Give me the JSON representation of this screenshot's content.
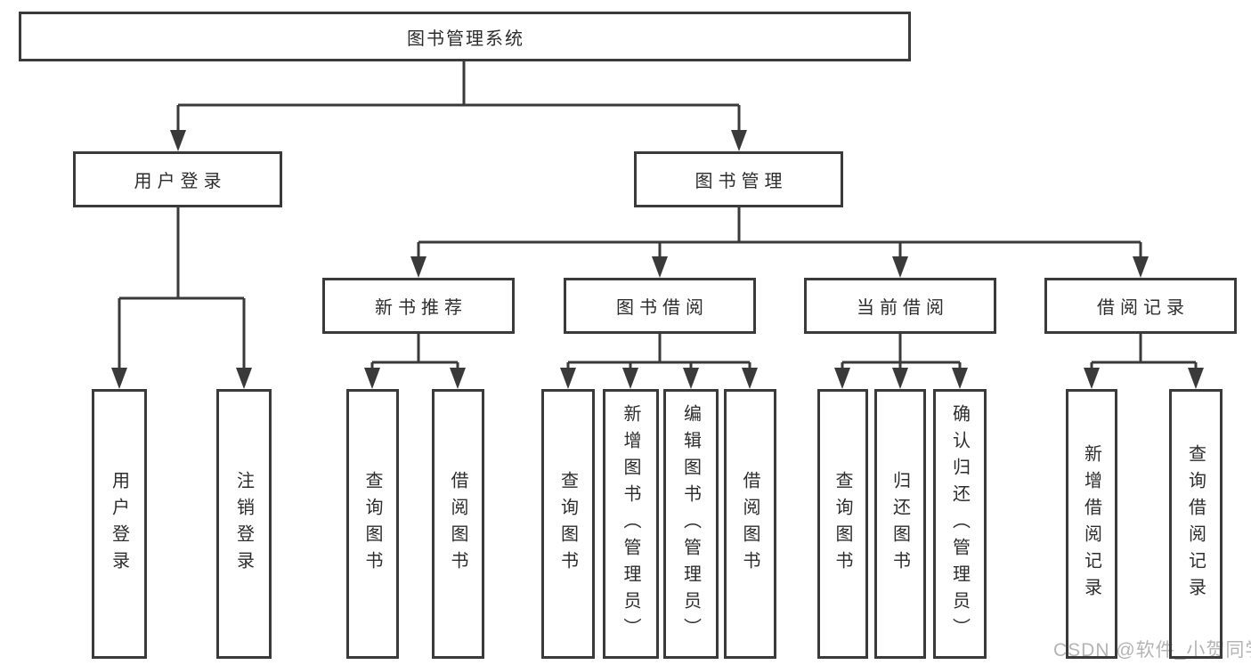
{
  "diagram": {
    "root": {
      "label": "图书管理系统"
    },
    "level2": [
      {
        "label": "用户登录"
      },
      {
        "label": "图书管理"
      }
    ],
    "level3": [
      {
        "label": "新书推荐"
      },
      {
        "label": "图书借阅"
      },
      {
        "label": "当前借阅"
      },
      {
        "label": "借阅记录"
      }
    ],
    "groups": [
      {
        "parent": "用户登录",
        "children": [
          "用户登录",
          "注销登录"
        ]
      },
      {
        "parent": "新书推荐",
        "children": [
          "查询图书",
          "借阅图书"
        ]
      },
      {
        "parent": "图书借阅",
        "children": [
          "查询图书",
          "新增图书（管理员）",
          "编辑图书（管理员）",
          "借阅图书"
        ]
      },
      {
        "parent": "当前借阅",
        "children": [
          "查询图书",
          "归还图书",
          "确认归还（管理员）"
        ]
      },
      {
        "parent": "借阅记录",
        "children": [
          "新增借阅记录",
          "查询借阅记录"
        ]
      }
    ]
  },
  "watermark": {
    "text": "CSDN @软件_小贺同学"
  },
  "colors": {
    "line": "#3a3a3a",
    "text": "#2d2d2d",
    "background": "#ffffff",
    "watermark": "#b4b4b4"
  }
}
